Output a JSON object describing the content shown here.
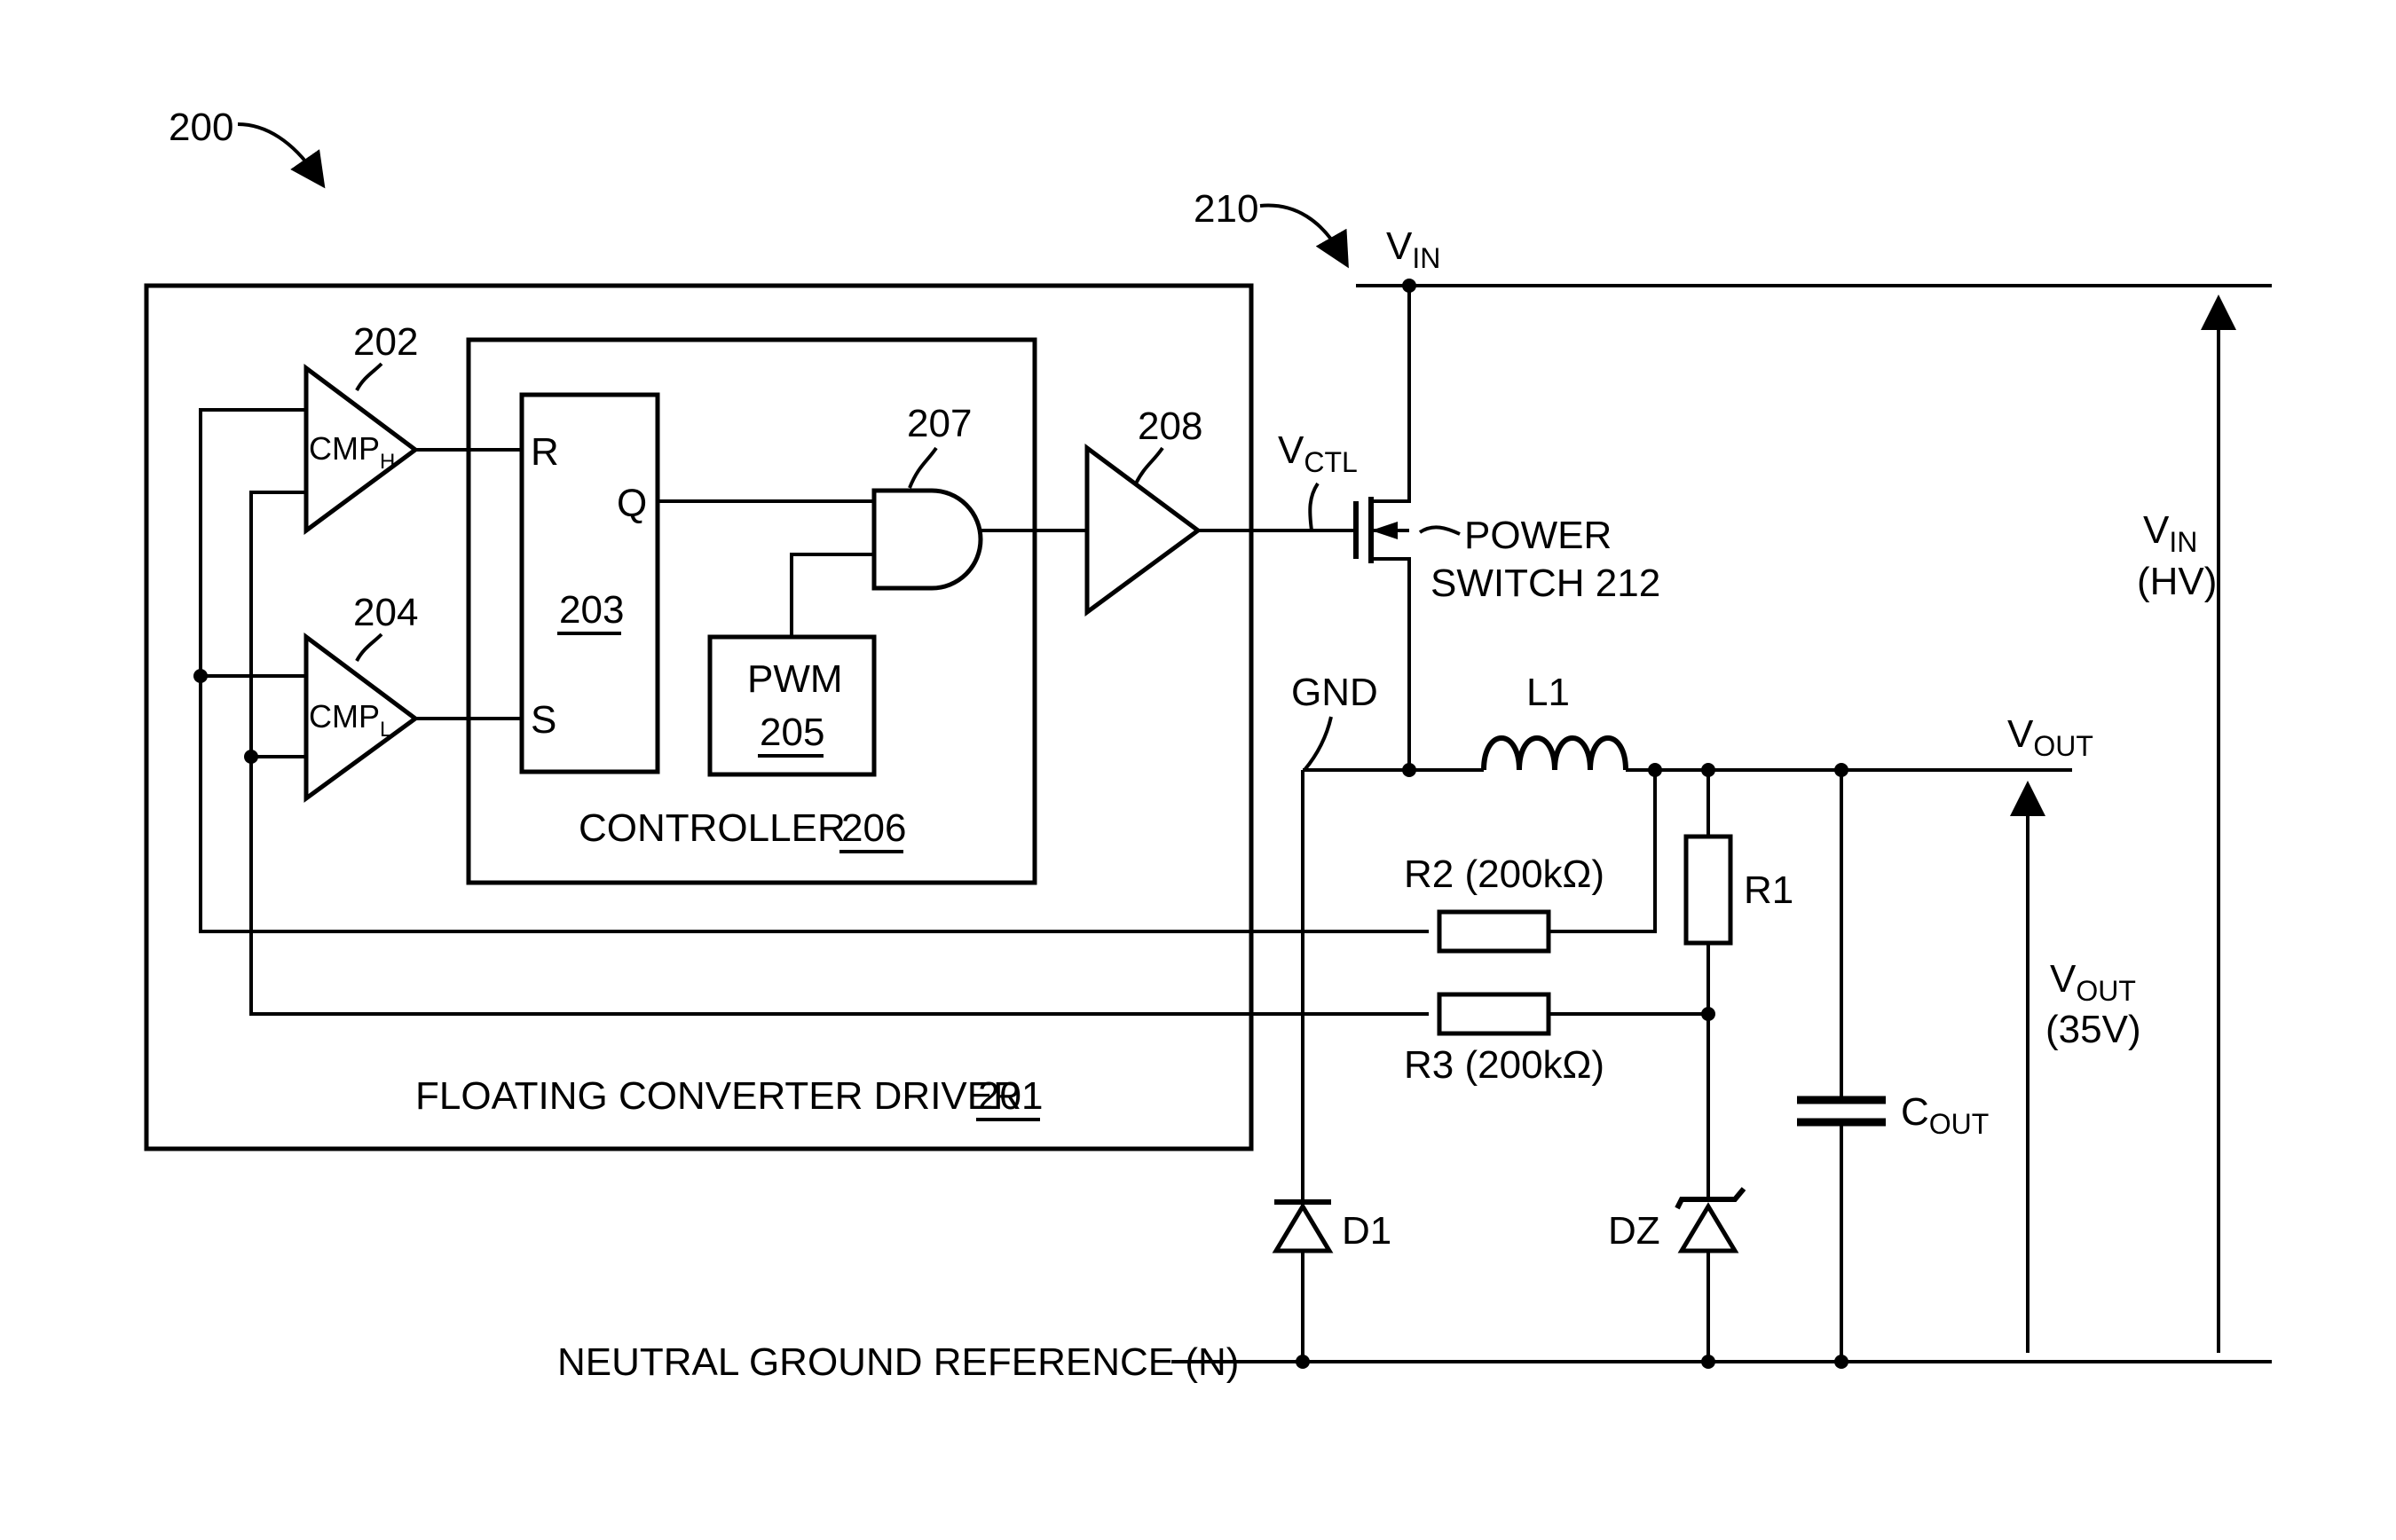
{
  "figure_ref": "200",
  "converter_ref": "210",
  "comparators": {
    "high": {
      "ref": "202",
      "label": "CMP",
      "subscript": "H"
    },
    "low": {
      "ref": "204",
      "label": "CMP",
      "subscript": "L"
    }
  },
  "flipflop": {
    "ref": "203",
    "pin_r": "R",
    "pin_s": "S",
    "pin_q": "Q"
  },
  "and_gate_ref": "207",
  "buffer_ref": "208",
  "pwm": {
    "label": "PWM",
    "ref": "205"
  },
  "controller": {
    "label": "CONTROLLER",
    "ref": "206"
  },
  "driver": {
    "label": "FLOATING CONVERTER DRIVER",
    "ref": "201"
  },
  "vctl": {
    "label": "V",
    "subscript": "CTL"
  },
  "power_switch": {
    "line1": "POWER",
    "line2": "SWITCH 212"
  },
  "vin_top": {
    "label": "V",
    "subscript": "IN"
  },
  "vin_right": {
    "label": "V",
    "subscript": "IN",
    "line2": "(HV)"
  },
  "gnd": "GND",
  "inductor": "L1",
  "vout_top": {
    "label": "V",
    "subscript": "OUT"
  },
  "vout_right": {
    "label": "V",
    "subscript": "OUT",
    "line2": "(35V)"
  },
  "r1": "R1",
  "r2": "R2 (200kΩ)",
  "r3": "R3 (200kΩ)",
  "cout": {
    "label": "C",
    "subscript": "OUT"
  },
  "d1": "D1",
  "dz": "DZ",
  "neutral": "NEUTRAL GROUND REFERENCE (N)"
}
